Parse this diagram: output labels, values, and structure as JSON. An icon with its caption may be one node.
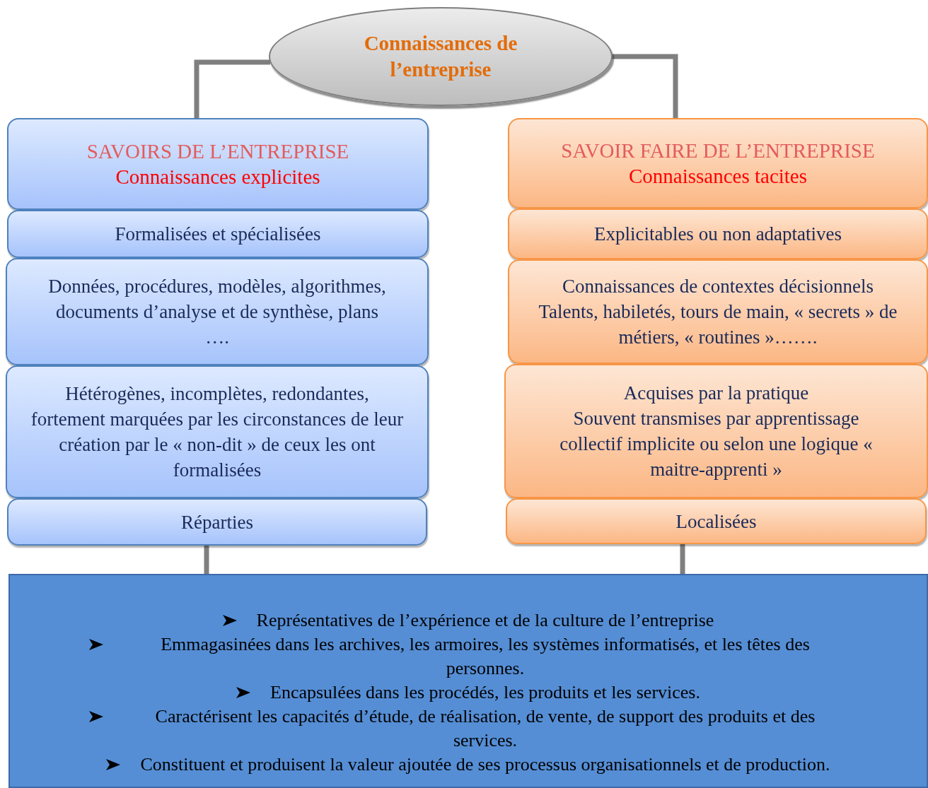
{
  "diagram": {
    "nodes": [
      {
        "text": [
          "Connaissances de l’entreprise"
        ]
      },
      {
        "text": [
          "SAVOIRS DE L’ENTREPRISE",
          "Connaissances explicites"
        ]
      },
      {
        "text": [
          "Formalisées et spécialisées"
        ]
      },
      {
        "text": [
          "Données, procédures, modèles, algorithmes, documents d’analyse et de synthèse, plans …."
        ]
      },
      {
        "text": [
          "Hétérogènes, incomplètes, redondantes, fortement marquées par les circonstances de leur création par le « non-dit » de ceux les ont formalisées"
        ]
      },
      {
        "text": [
          "Réparties"
        ]
      },
      {
        "text": [
          "SAVOIR FAIRE DE L’ENTREPRISE",
          "Connaissances tacites"
        ]
      },
      {
        "text": [
          "Explicitables ou non adaptatives"
        ]
      },
      {
        "text": [
          "Connaissances de contextes décisionnels",
          "Talents, habiletés, tours de main, « secrets » de métiers, « routines »……."
        ]
      },
      {
        "text": [
          "Acquises par la pratique",
          "Souvent transmises par apprentissage collectif implicite ou selon une logique « maitre-apprenti »"
        ]
      },
      {
        "text": [
          "Localisées"
        ]
      },
      {
        "text": [
          "Représentatives de l’expérience et de la culture de l’entreprise",
          "Emmagasinées dans les archives, les armoires, les systèmes informatisés, et les têtes des personnes.",
          "Encapsulées dans les procédés, les produits et les services.",
          "Caractérisent les capacités d’étude, de réalisation, de vente, de support des produits et des services.",
          "Constituent et produisent la valeur ajoutée de ses processus organisationnels et de production."
        ]
      }
    ],
    "edges": [
      {
        "from": 0,
        "to": 1,
        "arrow": "none"
      },
      {
        "from": 0,
        "to": 6,
        "arrow": "none"
      },
      {
        "from": 5,
        "to": 11,
        "arrow": "none"
      },
      {
        "from": 10,
        "to": 11,
        "arrow": "none"
      }
    ]
  }
}
